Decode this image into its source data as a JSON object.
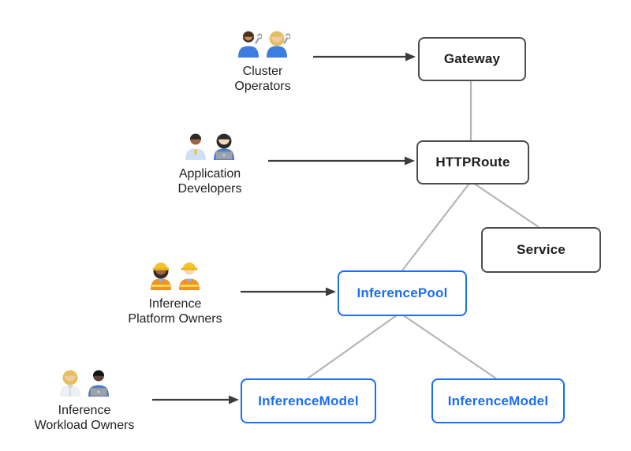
{
  "colors": {
    "core_border": "#4d4d4d",
    "extension_blue": "#1a6ef5",
    "edge_gray": "#b5b5b5",
    "arrow_dark": "#3d3d3d"
  },
  "nodes": {
    "gateway": {
      "label": "Gateway"
    },
    "httproute": {
      "label": "HTTPRoute"
    },
    "service": {
      "label": "Service"
    },
    "inferencepool": {
      "label": "InferencePool"
    },
    "inferencemodel_a": {
      "label": "InferenceModel"
    },
    "inferencemodel_b": {
      "label": "InferenceModel"
    }
  },
  "personas": [
    {
      "name_line1": "Cluster",
      "name_line2": "Operators",
      "members": [
        {
          "icon": "man-mechanic-icon",
          "skin": "#c68d5e",
          "hair": "#4a3222",
          "shirt": "#3d7de0",
          "accessory": "wrench",
          "beard": true
        },
        {
          "icon": "woman-mechanic-icon",
          "skin": "#f1c9a5",
          "hair": "#e3c05f",
          "hairStyle": "long",
          "shirt": "#3d7de0",
          "accessory": "wrench"
        }
      ]
    },
    {
      "name_line1": "Application",
      "name_line2": "Developers",
      "members": [
        {
          "icon": "man-office-worker-icon",
          "skin": "#9c6644",
          "hair": "#2b2b2b",
          "shirt": "#cfe0f5",
          "accessory": "tie"
        },
        {
          "icon": "woman-technologist-icon",
          "skin": "#f6d7b8",
          "hair": "#2b2b2b",
          "hairStyle": "long",
          "shirt": "#3d7de0",
          "accessory": "laptop"
        }
      ]
    },
    {
      "name_line1": "Inference",
      "name_line2": "Platform Owners",
      "members": [
        {
          "icon": "woman-construction-worker-icon",
          "skin": "#9c6644",
          "hair": "#3a2a20",
          "hairStyle": "long",
          "shirt": "#8ab4e8",
          "accessory": "hardhat",
          "vest": true
        },
        {
          "icon": "man-construction-worker-icon",
          "skin": "#f6d7b8",
          "hair": "#6b4f35",
          "shirt": "#8ab4e8",
          "accessory": "hardhat",
          "vest": true
        }
      ]
    },
    {
      "name_line1": "Inference",
      "name_line2": "Workload Owners",
      "members": [
        {
          "icon": "scientist-icon",
          "skin": "#f1c9a5",
          "hair": "#e3c05f",
          "hairStyle": "long",
          "shirt": "#edf0f3",
          "accessory": "coat"
        },
        {
          "icon": "man-technologist-icon",
          "skin": "#5d4037",
          "hair": "#141414",
          "shirt": "#3d7de0",
          "accessory": "laptop"
        }
      ]
    }
  ]
}
